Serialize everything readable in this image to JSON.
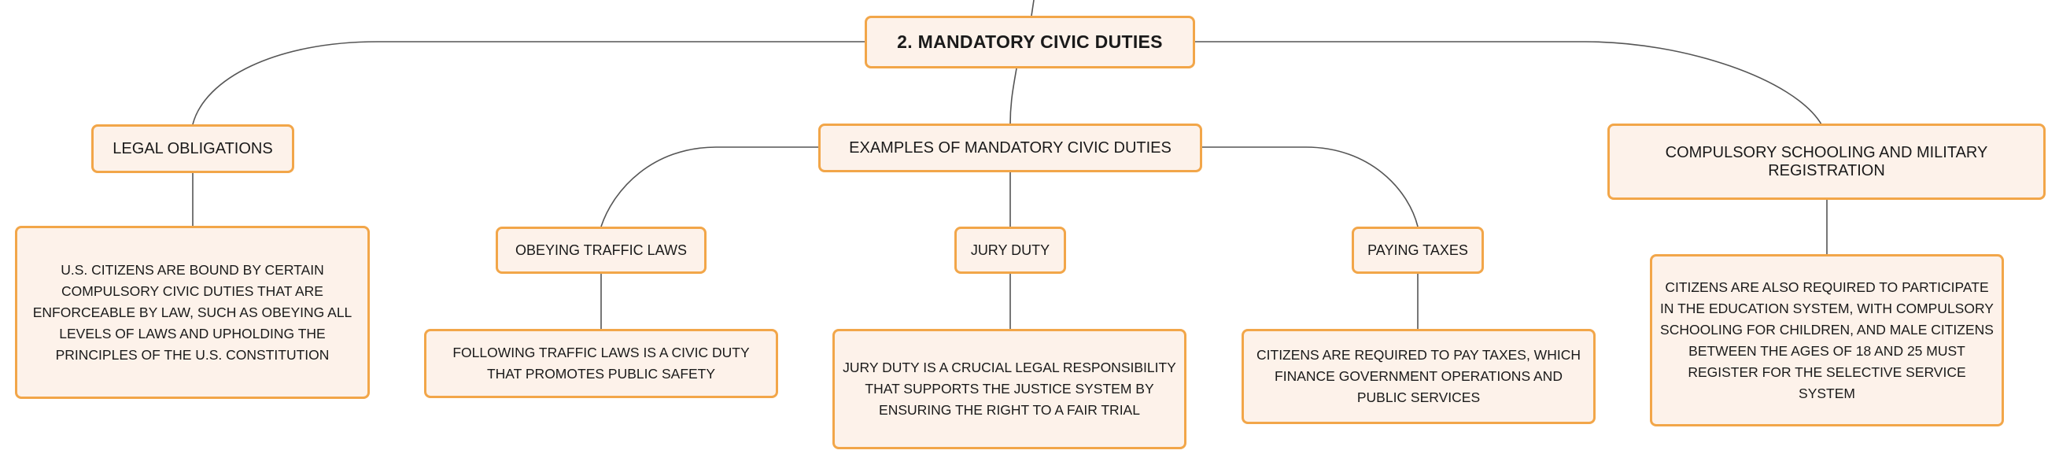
{
  "theme": {
    "node_fill": "#fdf2ea",
    "node_border": "#f2a649",
    "connector": "#555555",
    "text": "#1a1a1a"
  },
  "root": {
    "label": "2. MANDATORY CIVIC DUTIES"
  },
  "legal": {
    "label": "LEGAL OBLIGATIONS",
    "detail": "U.S. CITIZENS ARE BOUND BY CERTAIN COMPULSORY CIVIC DUTIES THAT ARE ENFORCEABLE BY LAW, SUCH AS OBEYING ALL LEVELS OF LAWS AND UPHOLDING THE PRINCIPLES OF THE U.S. CONSTITUTION"
  },
  "examples": {
    "label": "EXAMPLES OF MANDATORY CIVIC DUTIES",
    "traffic": {
      "label": "OBEYING TRAFFIC LAWS",
      "detail": "FOLLOWING TRAFFIC LAWS IS A CIVIC DUTY THAT PROMOTES PUBLIC SAFETY"
    },
    "jury": {
      "label": "JURY DUTY",
      "detail": "JURY DUTY IS A CRUCIAL LEGAL RESPONSIBILITY THAT SUPPORTS THE JUSTICE SYSTEM BY ENSURING THE RIGHT TO A FAIR TRIAL"
    },
    "taxes": {
      "label": "PAYING TAXES",
      "detail": "CITIZENS ARE REQUIRED TO PAY TAXES, WHICH FINANCE GOVERNMENT OPERATIONS AND PUBLIC SERVICES"
    }
  },
  "schooling": {
    "label": "COMPULSORY SCHOOLING AND MILITARY REGISTRATION",
    "detail": "CITIZENS ARE ALSO REQUIRED TO PARTICIPATE IN THE EDUCATION SYSTEM, WITH COMPULSORY SCHOOLING FOR CHILDREN, AND MALE CITIZENS BETWEEN THE AGES OF 18 AND 25 MUST REGISTER FOR THE SELECTIVE SERVICE SYSTEM"
  }
}
